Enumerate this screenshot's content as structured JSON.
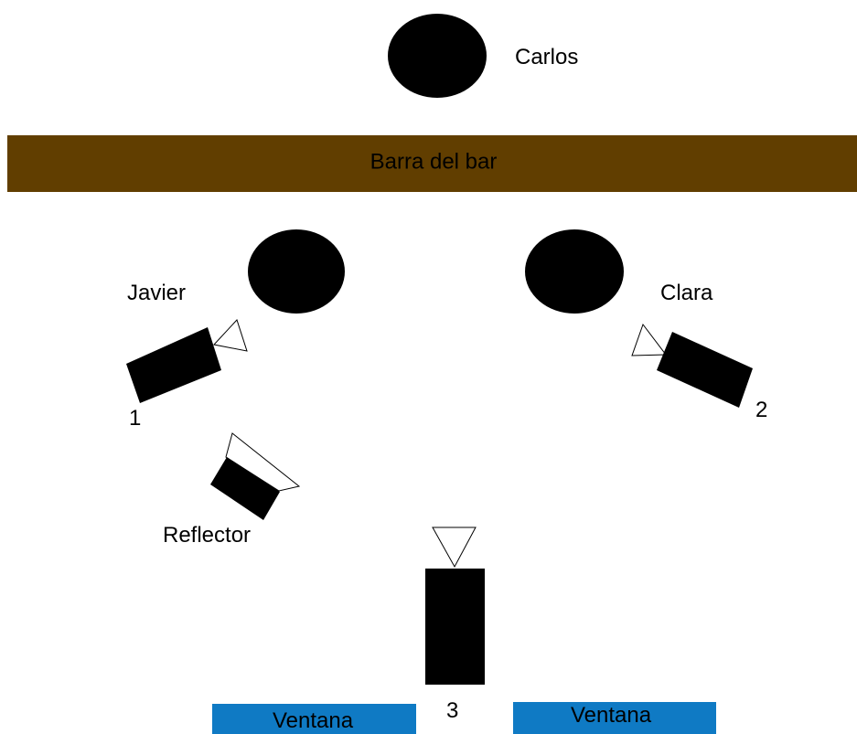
{
  "persons": {
    "carlos": "Carlos",
    "javier": "Javier",
    "clara": "Clara"
  },
  "bar": {
    "label": "Barra del bar",
    "color": "#613e00"
  },
  "cameras": {
    "cam1": "1",
    "cam2": "2",
    "cam3": "3"
  },
  "light": {
    "label": "Reflector"
  },
  "windows": {
    "left": "Ventana",
    "right": "Ventana",
    "color": "#0f7ac4"
  }
}
